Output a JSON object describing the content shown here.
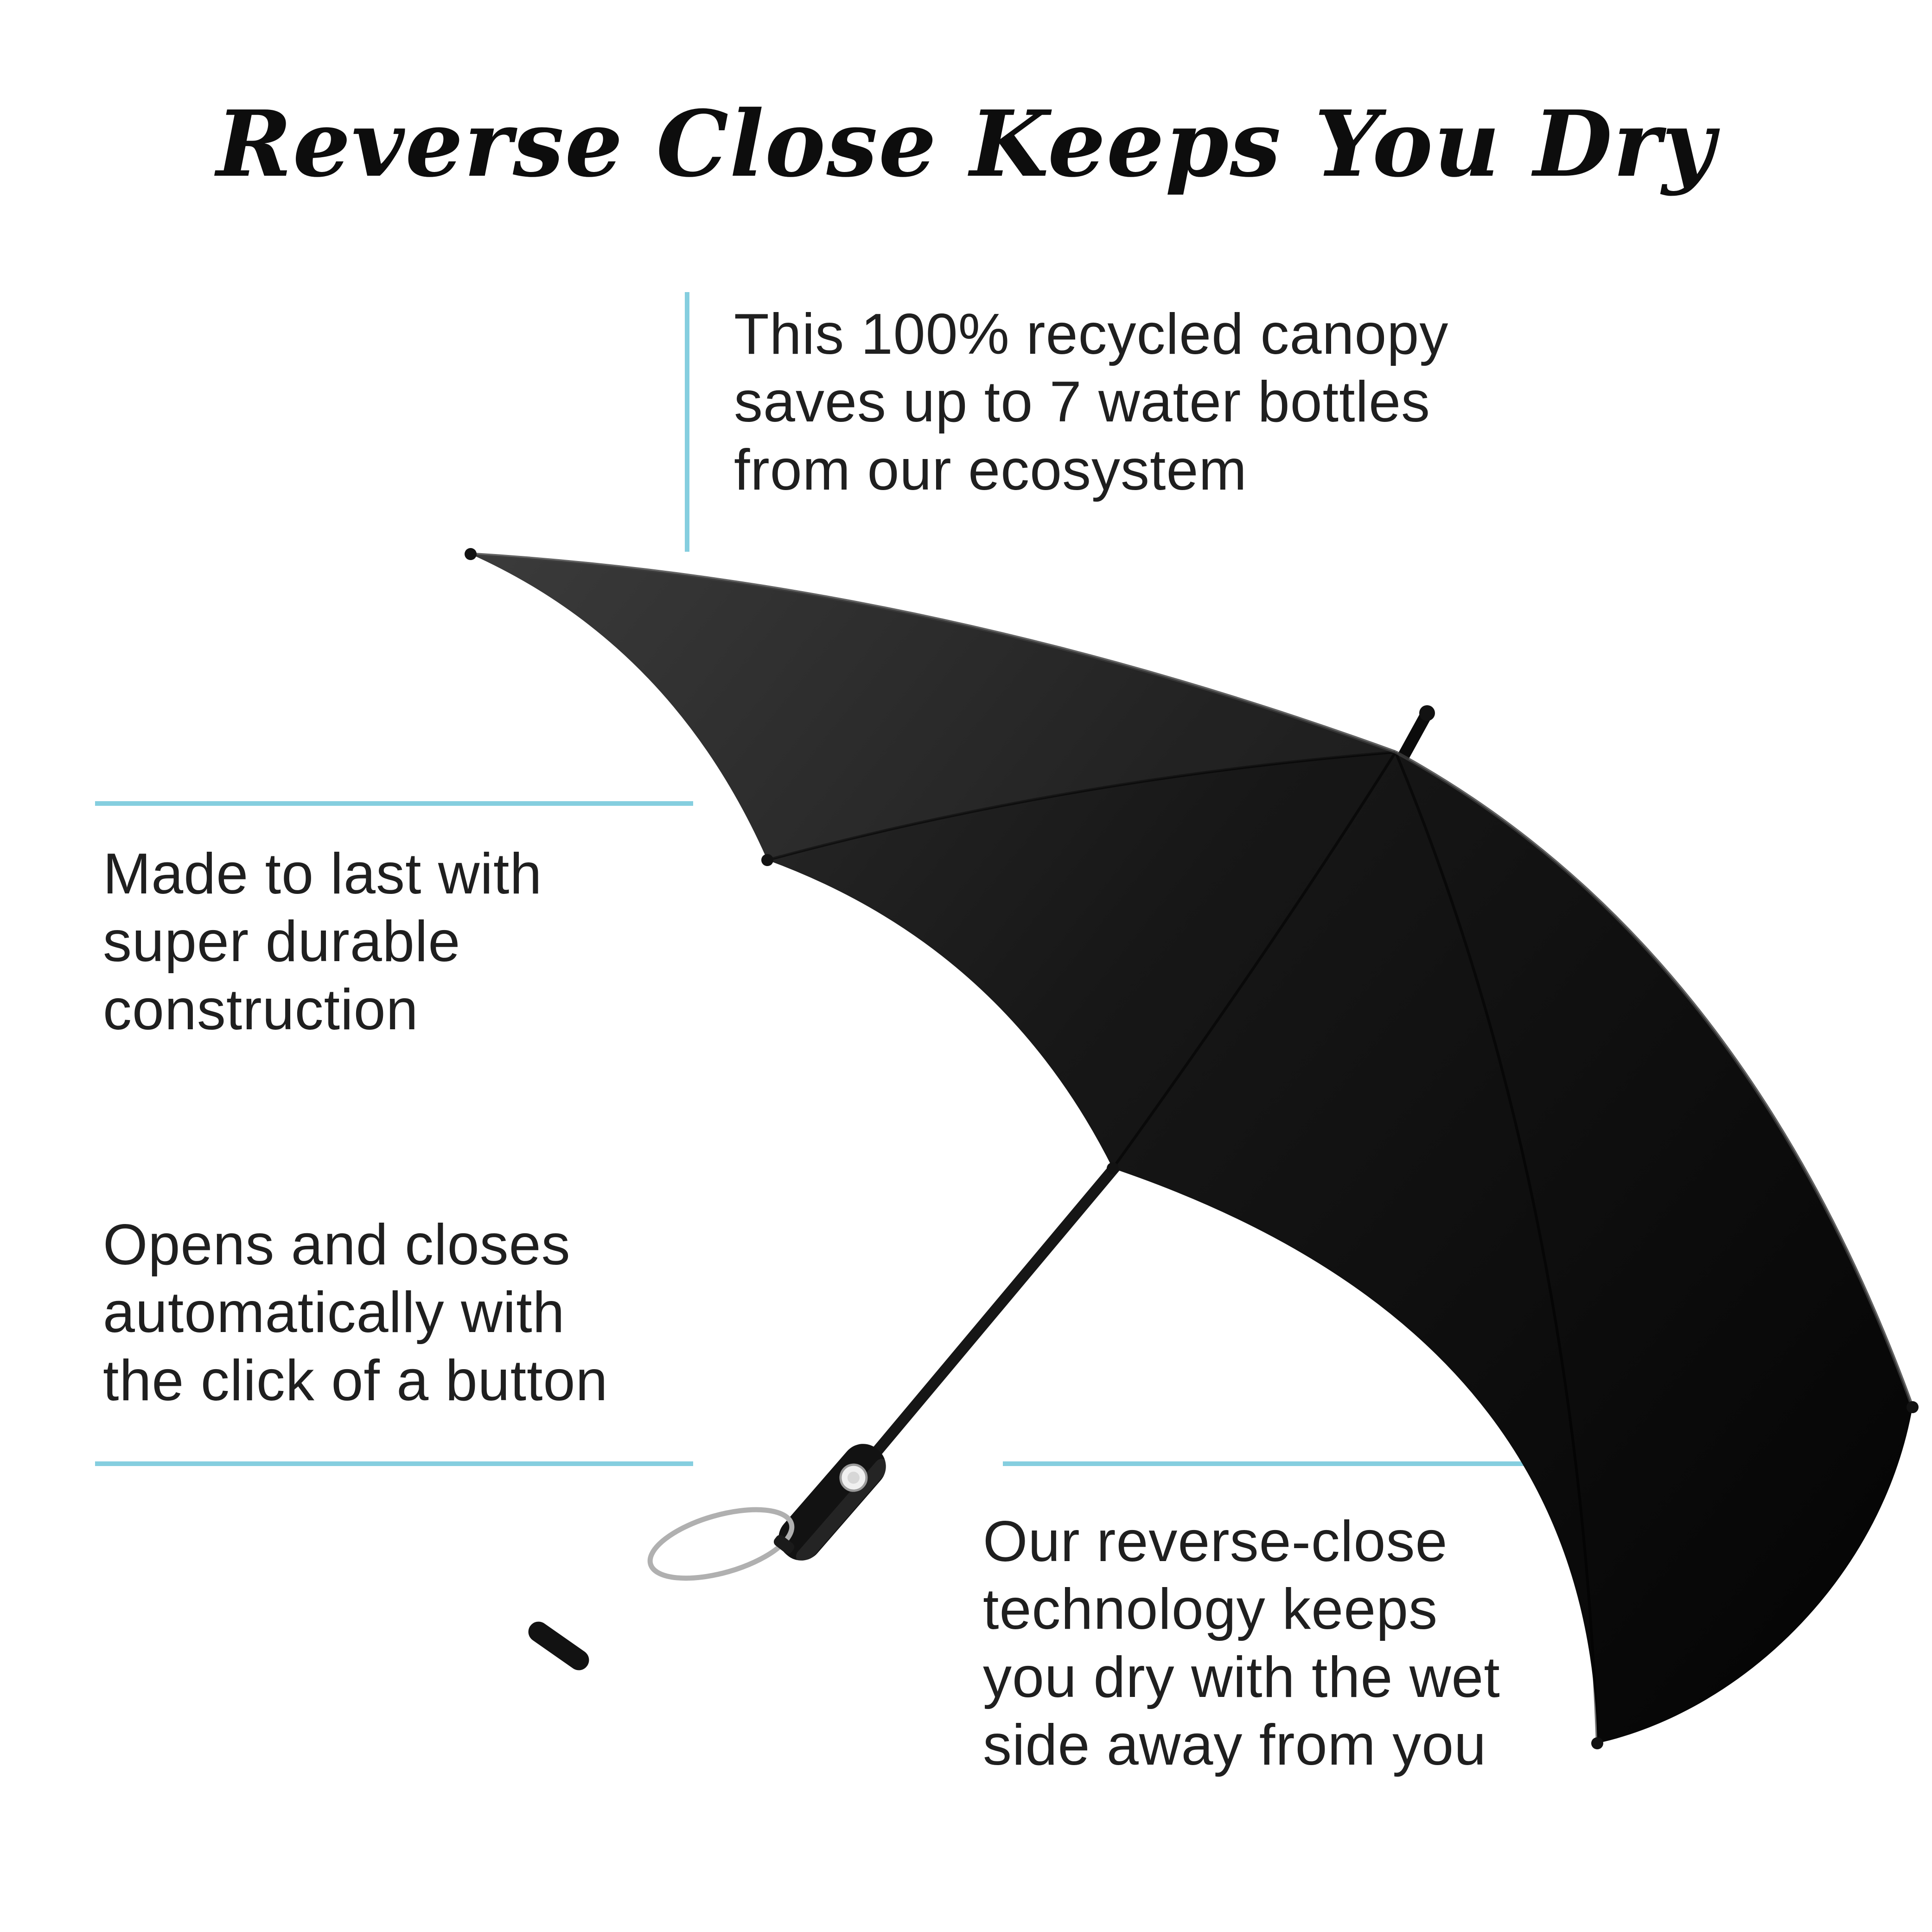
{
  "title": "Reverse Close Keeps You Dry",
  "colors": {
    "background": "#ffffff",
    "accent": "#85CEDF",
    "title-color": "#0d0d0d",
    "text-color": "#1f1f1f",
    "umbrella-color": "#121212"
  },
  "callouts": [
    {
      "id": "recycled-canopy",
      "position": "top-right",
      "text": "This 100% recycled canopy\nsaves up to 7 water bottles\nfrom our ecosystem"
    },
    {
      "id": "durable-construction",
      "position": "middle-left",
      "text": "Made to last with\nsuper durable\nconstruction"
    },
    {
      "id": "auto-open-close",
      "position": "bottom-left",
      "text": "Opens and closes\nautomatically with\nthe click of a button"
    },
    {
      "id": "reverse-close",
      "position": "bottom-right",
      "text": "Our reverse-close\ntechnology keeps\nyou dry with the wet\nside away from you"
    }
  ],
  "illustration": {
    "name": "black-compact-umbrella-open-side-view"
  }
}
